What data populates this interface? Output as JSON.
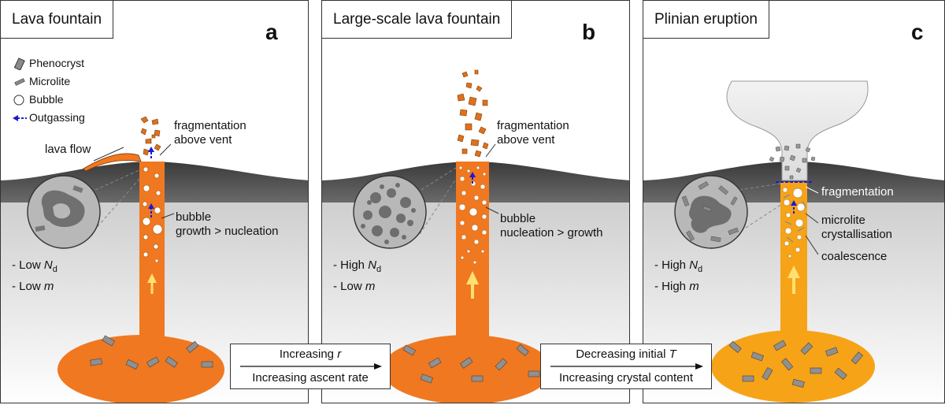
{
  "panels": [
    {
      "title": "Lava fountain",
      "letter": "a",
      "labels": {
        "lava_flow": "lava flow",
        "fragmentation_1": "fragmentation",
        "fragmentation_2": "above vent",
        "bubble_1": "bubble",
        "bubble_2": "growth > nucleation"
      },
      "params": {
        "nd_prefix": "- Low ",
        "nd_sym": "N",
        "nd_sub": "d",
        "m_prefix": "- Low ",
        "m_sym": "m"
      }
    },
    {
      "title": "Large-scale lava fountain",
      "letter": "b",
      "labels": {
        "fragmentation_1": "fragmentation",
        "fragmentation_2": "above vent",
        "bubble_1": "bubble",
        "bubble_2": "nucleation > growth"
      },
      "params": {
        "nd_prefix": "- High ",
        "nd_sym": "N",
        "nd_sub": "d",
        "m_prefix": "- Low ",
        "m_sym": "m"
      }
    },
    {
      "title": "Plinian eruption",
      "letter": "c",
      "labels": {
        "fragmentation": "fragmentation",
        "microlite_1": "microlite",
        "microlite_2": "crystallisation",
        "coalescence": "coalescence"
      },
      "params": {
        "nd_prefix": "- High ",
        "nd_sym": "N",
        "nd_sub": "d",
        "m_prefix": "- High ",
        "m_sym": "m"
      }
    }
  ],
  "legend": [
    {
      "icon": "phenocryst-icon",
      "label": "Phenocryst"
    },
    {
      "icon": "microlite-icon",
      "label": "Microlite"
    },
    {
      "icon": "bubble-icon",
      "label": "Bubble"
    },
    {
      "icon": "outgassing-arrow-icon",
      "label": "Outgassing"
    }
  ],
  "arrows": [
    {
      "top_prefix": "Increasing ",
      "top_var": "r",
      "bottom": "Increasing ascent rate"
    },
    {
      "top_prefix": "Decreasing initial ",
      "top_var": "T",
      "bottom": "Increasing crystal content"
    }
  ],
  "colors": {
    "magma": "#f07820",
    "magma_light": "#f8a030",
    "magma_c": "#f6a318",
    "ground_dark": "#4a4a4a",
    "ground_light": "#ececec",
    "crystal": "#8a8a8a",
    "outgassing": "#1a1ad6"
  }
}
